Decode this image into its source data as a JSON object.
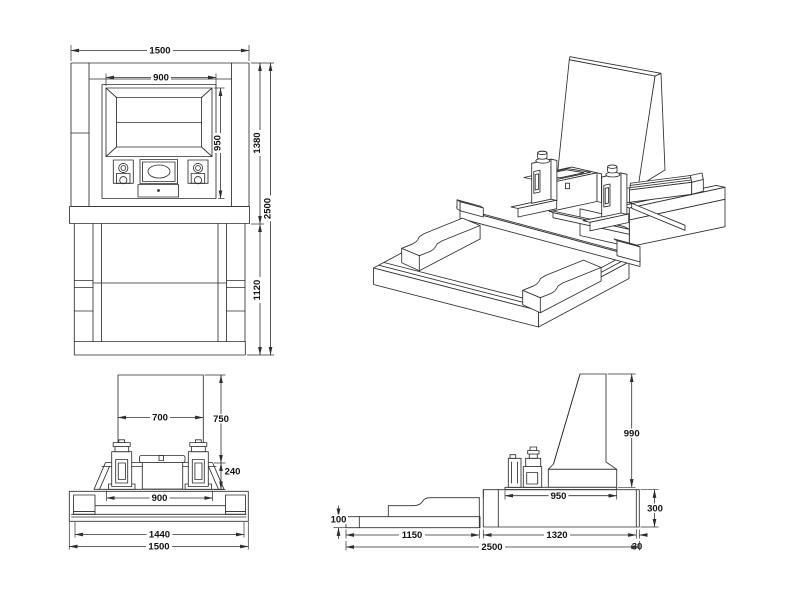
{
  "drawing": {
    "front_view": {
      "dims": {
        "total_width": "1500",
        "opening_width": "900",
        "panel_height": "950",
        "cabinet_height": "1380",
        "total_height": "2500",
        "stand_height": "1120"
      }
    },
    "isometric_view": {},
    "elevation_view": {
      "dims": {
        "headstone_width": "700",
        "headstone_height": "750",
        "clamp_height": "240",
        "table_width": "900",
        "deck_width": "1440",
        "pallet_width": "1500"
      }
    },
    "side_view": {
      "dims": {
        "monument_height": "990",
        "table_depth": "950",
        "base_height": "300",
        "fork_height": "100",
        "fork_length": "1150",
        "base_length": "1320",
        "lip_depth": "30",
        "total_depth": "2500"
      }
    }
  },
  "colors": {
    "line": "#2e2e2e",
    "background": "#ffffff"
  }
}
